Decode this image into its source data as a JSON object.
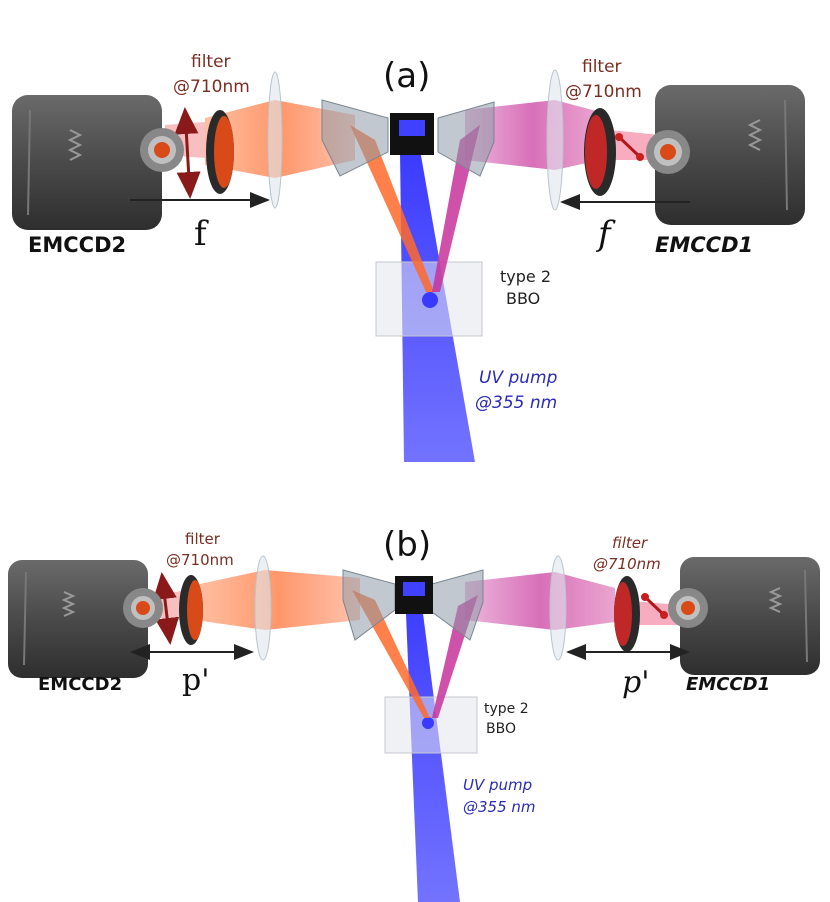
{
  "panels": [
    {
      "label": "(a)",
      "left_filter": {
        "line1": "filter",
        "line2": "@710nm"
      },
      "right_filter": {
        "line1": "filter",
        "line2": "@710nm"
      },
      "left_camera": "EMCCD2",
      "right_camera": "EMCCD1",
      "left_distance": "f",
      "right_distance": "f",
      "crystal": {
        "line1": "type 2",
        "line2": "BBO"
      },
      "pump": {
        "line1": "UV pump",
        "line2": "@355 nm"
      }
    },
    {
      "label": "(b)",
      "left_filter": {
        "line1": "filter",
        "line2": "@710nm"
      },
      "right_filter": {
        "line1": "filter",
        "line2": "@710nm"
      },
      "left_camera": "EMCCD2",
      "right_camera": "EMCCD1",
      "left_distance": "p'",
      "right_distance": "p'",
      "crystal": {
        "line1": "type 2",
        "line2": "BBO"
      },
      "pump": {
        "line1": "UV pump",
        "line2": "@355 nm"
      }
    }
  ],
  "colors": {
    "pump_beam": "#3a3aff",
    "left_beam": "#ff6a2a",
    "right_beam": "#c8329a",
    "filter_text": "#7a2e22",
    "camera_body": "#4a4a4a"
  }
}
